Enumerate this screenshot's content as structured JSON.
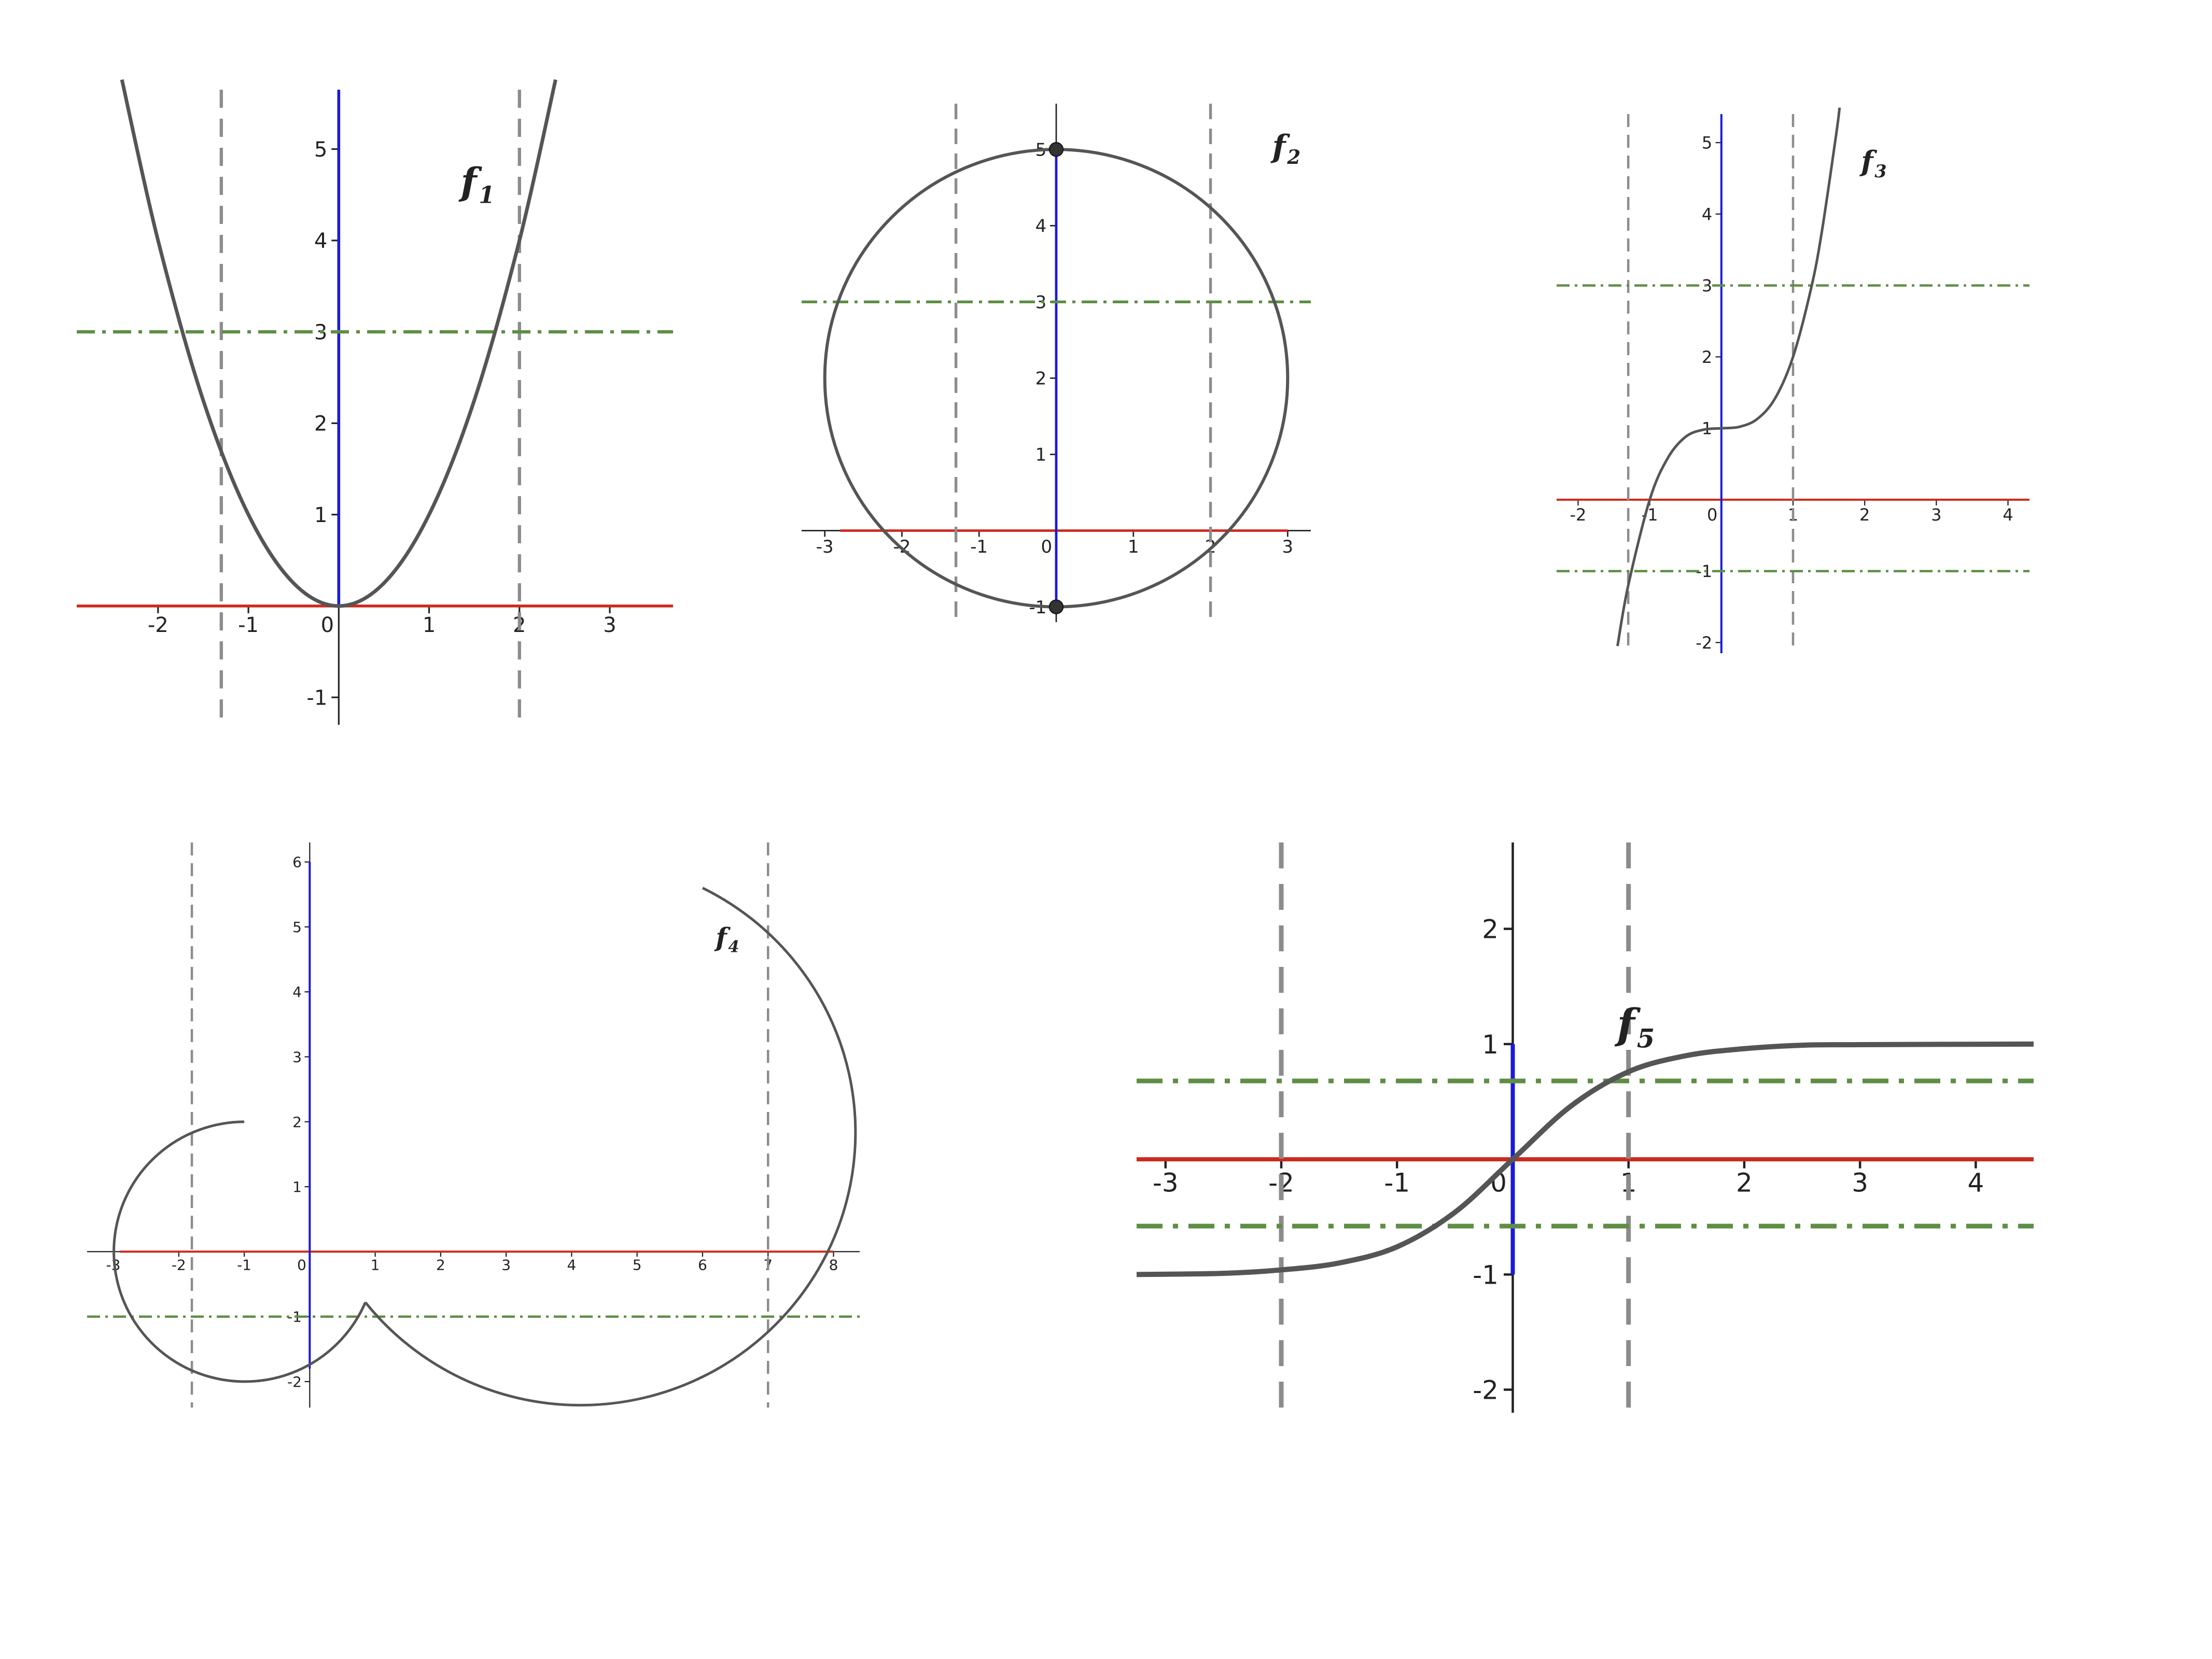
{
  "colors": {
    "background": "#ffffff",
    "curve": "#555555",
    "x_axis_line": "#cc2a1e",
    "y_axis_segment": "#1a1adb",
    "vertical_dashed": "#8c8c8c",
    "horizontal_dashdot": "#5e8e44",
    "axis": "#222222",
    "marker": "#333333"
  },
  "chart_data": [
    {
      "type": "line",
      "function_label": "f",
      "function_sub": "1",
      "xlim": [
        -2.9,
        3.7
      ],
      "ylim": [
        -1.3,
        5.65
      ],
      "x_ticks": [
        "-2",
        "-1",
        "0",
        "1",
        "2",
        "3"
      ],
      "y_ticks": [
        "-1",
        "1",
        "2",
        "3",
        "4",
        "5"
      ],
      "grid": false,
      "series": [
        {
          "kind": "curve",
          "points": [
            [
              -2.4,
              5.76
            ],
            [
              -2.0,
              4.0
            ],
            [
              -1.5,
              2.25
            ],
            [
              -1.0,
              1.0
            ],
            [
              -0.5,
              0.25
            ],
            [
              0,
              0
            ],
            [
              0.5,
              0.25
            ],
            [
              1.0,
              1.0
            ],
            [
              1.5,
              2.25
            ],
            [
              2.0,
              4.0
            ],
            [
              2.4,
              5.76
            ]
          ]
        },
        {
          "kind": "x_axis_red",
          "x": [
            -2.9,
            3.7
          ],
          "y": [
            0,
            0
          ]
        },
        {
          "kind": "y_axis_blue",
          "x": [
            0,
            0
          ],
          "y": [
            0,
            5.65
          ]
        },
        {
          "kind": "vertical_dashed",
          "x": -1.3
        },
        {
          "kind": "vertical_dashed",
          "x": 2.0
        },
        {
          "kind": "horizontal_dashdot",
          "y": 3.0
        }
      ]
    },
    {
      "type": "line",
      "function_label": "f",
      "function_sub": "2",
      "xlim": [
        -3.3,
        3.3
      ],
      "ylim": [
        -1.2,
        5.6
      ],
      "x_ticks": [
        "-3",
        "-2",
        "-1",
        "0",
        "1",
        "2",
        "3"
      ],
      "y_ticks": [
        "-1",
        "1",
        "2",
        "3",
        "4",
        "5"
      ],
      "grid": false,
      "series": [
        {
          "kind": "circle",
          "center": [
            0,
            2
          ],
          "radius": 3
        },
        {
          "kind": "x_axis_red",
          "x": [
            -2.8,
            3.0
          ],
          "y": [
            0,
            0
          ]
        },
        {
          "kind": "y_axis_blue",
          "x": [
            0,
            0
          ],
          "y": [
            -1,
            5
          ]
        },
        {
          "kind": "marker",
          "points": [
            [
              0,
              5
            ],
            [
              0,
              -1
            ]
          ]
        },
        {
          "kind": "vertical_dashed",
          "x": -1.3
        },
        {
          "kind": "vertical_dashed",
          "x": 2.0
        },
        {
          "kind": "horizontal_dashdot",
          "y": 3.0
        }
      ]
    },
    {
      "type": "line",
      "function_label": "f",
      "function_sub": "3",
      "xlim": [
        -2.3,
        4.3
      ],
      "ylim": [
        -2.15,
        5.4
      ],
      "x_ticks": [
        "-2",
        "-1",
        "0",
        "1",
        "2",
        "3",
        "4"
      ],
      "y_ticks": [
        "-2",
        "-1",
        "1",
        "2",
        "3",
        "4",
        "5"
      ],
      "grid": false,
      "series": [
        {
          "kind": "curve",
          "points": [
            [
              -1.45,
              -2.05
            ],
            [
              -1.3,
              -1.2
            ],
            [
              -1.0,
              0
            ],
            [
              -0.75,
              0.58
            ],
            [
              -0.5,
              0.88
            ],
            [
              -0.25,
              0.98
            ],
            [
              0,
              1
            ],
            [
              0.25,
              1.02
            ],
            [
              0.5,
              1.13
            ],
            [
              0.75,
              1.42
            ],
            [
              1.0,
              2.0
            ],
            [
              1.25,
              2.95
            ],
            [
              1.4,
              3.74
            ],
            [
              1.6,
              5.1
            ],
            [
              1.65,
              5.49
            ]
          ]
        },
        {
          "kind": "x_axis_red",
          "x": [
            -2.3,
            4.3
          ],
          "y": [
            0,
            0
          ]
        },
        {
          "kind": "y_axis_blue",
          "x": [
            0,
            0
          ],
          "y": [
            -2.15,
            5.4
          ]
        },
        {
          "kind": "vertical_dashed",
          "x": -1.3
        },
        {
          "kind": "vertical_dashed",
          "x": 1.0
        },
        {
          "kind": "horizontal_dashdot",
          "y": 3.0
        },
        {
          "kind": "horizontal_dashdot",
          "y": -1.0
        }
      ]
    },
    {
      "type": "line",
      "function_label": "f",
      "function_sub": "4",
      "xlim": [
        -3.4,
        8.4
      ],
      "ylim": [
        -2.4,
        6.3
      ],
      "x_ticks": [
        "-3",
        "-2",
        "-1",
        "0",
        "1",
        "2",
        "3",
        "4",
        "5",
        "6",
        "7",
        "8"
      ],
      "y_ticks": [
        "-2",
        "-1",
        "1",
        "2",
        "3",
        "4",
        "5",
        "6"
      ],
      "grid": false,
      "series": [
        {
          "kind": "arc",
          "center": [
            -1,
            0
          ],
          "radius": 2,
          "from": [
            -1,
            2
          ],
          "to": [
            0.85,
            -0.78
          ],
          "direction": "counterclockwise"
        },
        {
          "kind": "arc",
          "center": [
            4,
            2
          ],
          "radius": 4.2,
          "from": [
            0.85,
            -0.78
          ],
          "to": [
            6,
            5.6
          ],
          "direction": "counterclockwise"
        },
        {
          "kind": "x_axis_red",
          "x": [
            -2.9,
            8.0
          ],
          "y": [
            0,
            0
          ]
        },
        {
          "kind": "y_axis_blue",
          "x": [
            0,
            0
          ],
          "y": [
            -1.8,
            6.0
          ]
        },
        {
          "kind": "vertical_dashed",
          "x": -1.8
        },
        {
          "kind": "vertical_dashed",
          "x": 7.0
        },
        {
          "kind": "horizontal_dashdot",
          "y": -1.0
        }
      ]
    },
    {
      "type": "line",
      "function_label": "f",
      "function_sub": "5",
      "xlim": [
        -3.25,
        4.5
      ],
      "ylim": [
        -2.2,
        2.75
      ],
      "x_ticks": [
        "-3",
        "-2",
        "-1",
        "0",
        "1",
        "2",
        "3",
        "4"
      ],
      "y_ticks": [
        "-2",
        "-1",
        "1",
        "2"
      ],
      "grid": false,
      "series": [
        {
          "kind": "curve",
          "points": [
            [
              -3.25,
              -1.0
            ],
            [
              -2.5,
              -0.99
            ],
            [
              -2.0,
              -0.96
            ],
            [
              -1.5,
              -0.9
            ],
            [
              -1.0,
              -0.76
            ],
            [
              -0.5,
              -0.46
            ],
            [
              0,
              0
            ],
            [
              0.5,
              0.46
            ],
            [
              1.0,
              0.76
            ],
            [
              1.5,
              0.9
            ],
            [
              2.0,
              0.96
            ],
            [
              2.5,
              0.99
            ],
            [
              3.0,
              0.995
            ],
            [
              4.5,
              1.0
            ]
          ]
        },
        {
          "kind": "x_axis_red",
          "x": [
            -3.25,
            4.5
          ],
          "y": [
            0,
            0
          ]
        },
        {
          "kind": "y_axis_blue",
          "x": [
            0,
            0
          ],
          "y": [
            -1,
            1
          ]
        },
        {
          "kind": "vertical_dashed",
          "x": -2.0
        },
        {
          "kind": "vertical_dashed",
          "x": 1.0
        },
        {
          "kind": "horizontal_dashdot",
          "y": 0.68
        },
        {
          "kind": "horizontal_dashdot",
          "y": -0.58
        }
      ]
    }
  ]
}
